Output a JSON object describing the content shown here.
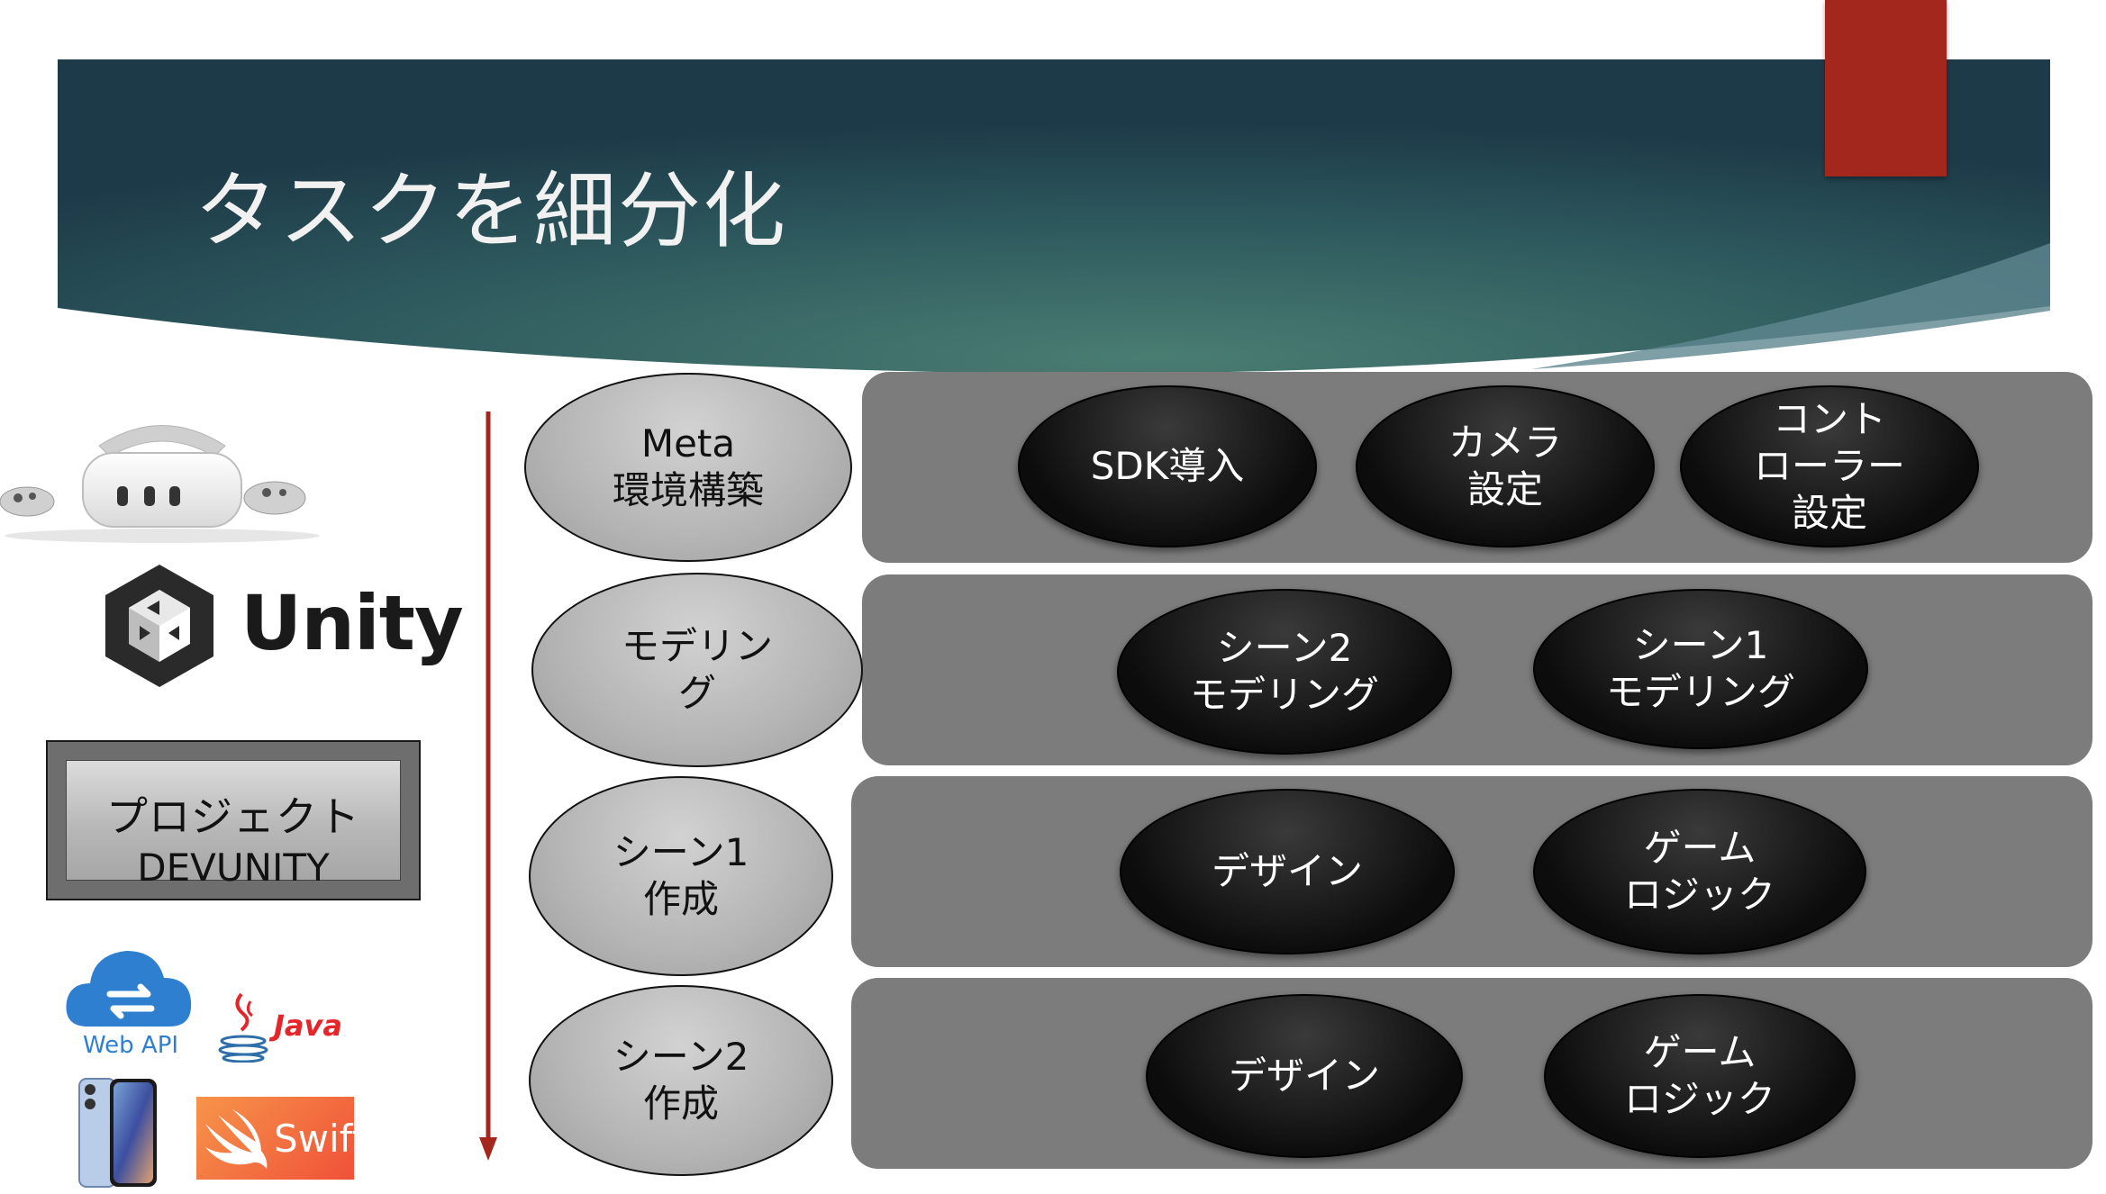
{
  "slide": {
    "title": "タスクを細分化"
  },
  "left_panel": {
    "unity_label": "Unity",
    "project": {
      "line1": "プロジェクト",
      "line2": "DEVUNITY"
    },
    "webapi_label": "Web API",
    "java_label": "Java",
    "swift_label": "Swift"
  },
  "rows": [
    {
      "stage": "Meta\n環境構築",
      "tasks": [
        "SDK導入",
        "カメラ\n設定",
        "コント\nローラー\n設定"
      ]
    },
    {
      "stage": "モデリン\nグ",
      "tasks": [
        "シーン2\nモデリング",
        "シーン1\nモデリング"
      ]
    },
    {
      "stage": "シーン1\n作成",
      "tasks": [
        "デザイン",
        "ゲーム\nロジック"
      ]
    },
    {
      "stage": "シーン2\n作成",
      "tasks": [
        "デザイン",
        "ゲーム\nロジック"
      ]
    }
  ],
  "colors": {
    "banner_dark": "#1d3a48",
    "banner_mid": "#4a7d72",
    "accent_red": "#a3271d",
    "row_band": "#7c7c7c"
  }
}
